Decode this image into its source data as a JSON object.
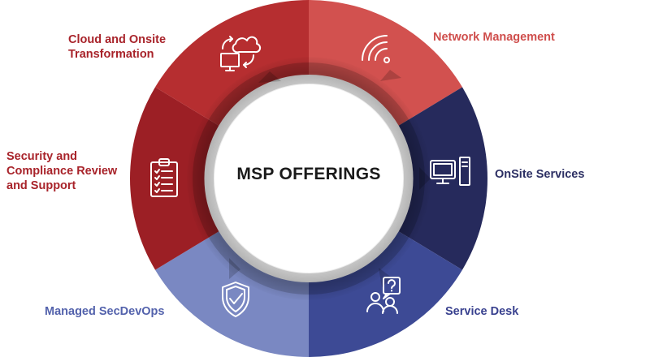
{
  "title": "MSP OFFERINGS",
  "segments": [
    {
      "label_lines": [
        "Network Management"
      ],
      "icon": "wifi-icon",
      "color": "#d2514f"
    },
    {
      "label_lines": [
        "OnSite Services"
      ],
      "icon": "desktop-computer-icon",
      "color": "#262a5c"
    },
    {
      "label_lines": [
        "Service Desk"
      ],
      "icon": "support-question-icon",
      "color": "#3d4a95"
    },
    {
      "label_lines": [
        "Managed SecDevOps"
      ],
      "icon": "shield-check-icon",
      "color": "#7a88c2"
    },
    {
      "label_lines": [
        "Security and",
        "Compliance Review",
        "and Support"
      ],
      "icon": "clipboard-checklist-icon",
      "color": "#9c1f25"
    },
    {
      "label_lines": [
        "Cloud and Onsite",
        "Transformation"
      ],
      "icon": "cloud-sync-icon",
      "color": "#b62e30"
    }
  ]
}
